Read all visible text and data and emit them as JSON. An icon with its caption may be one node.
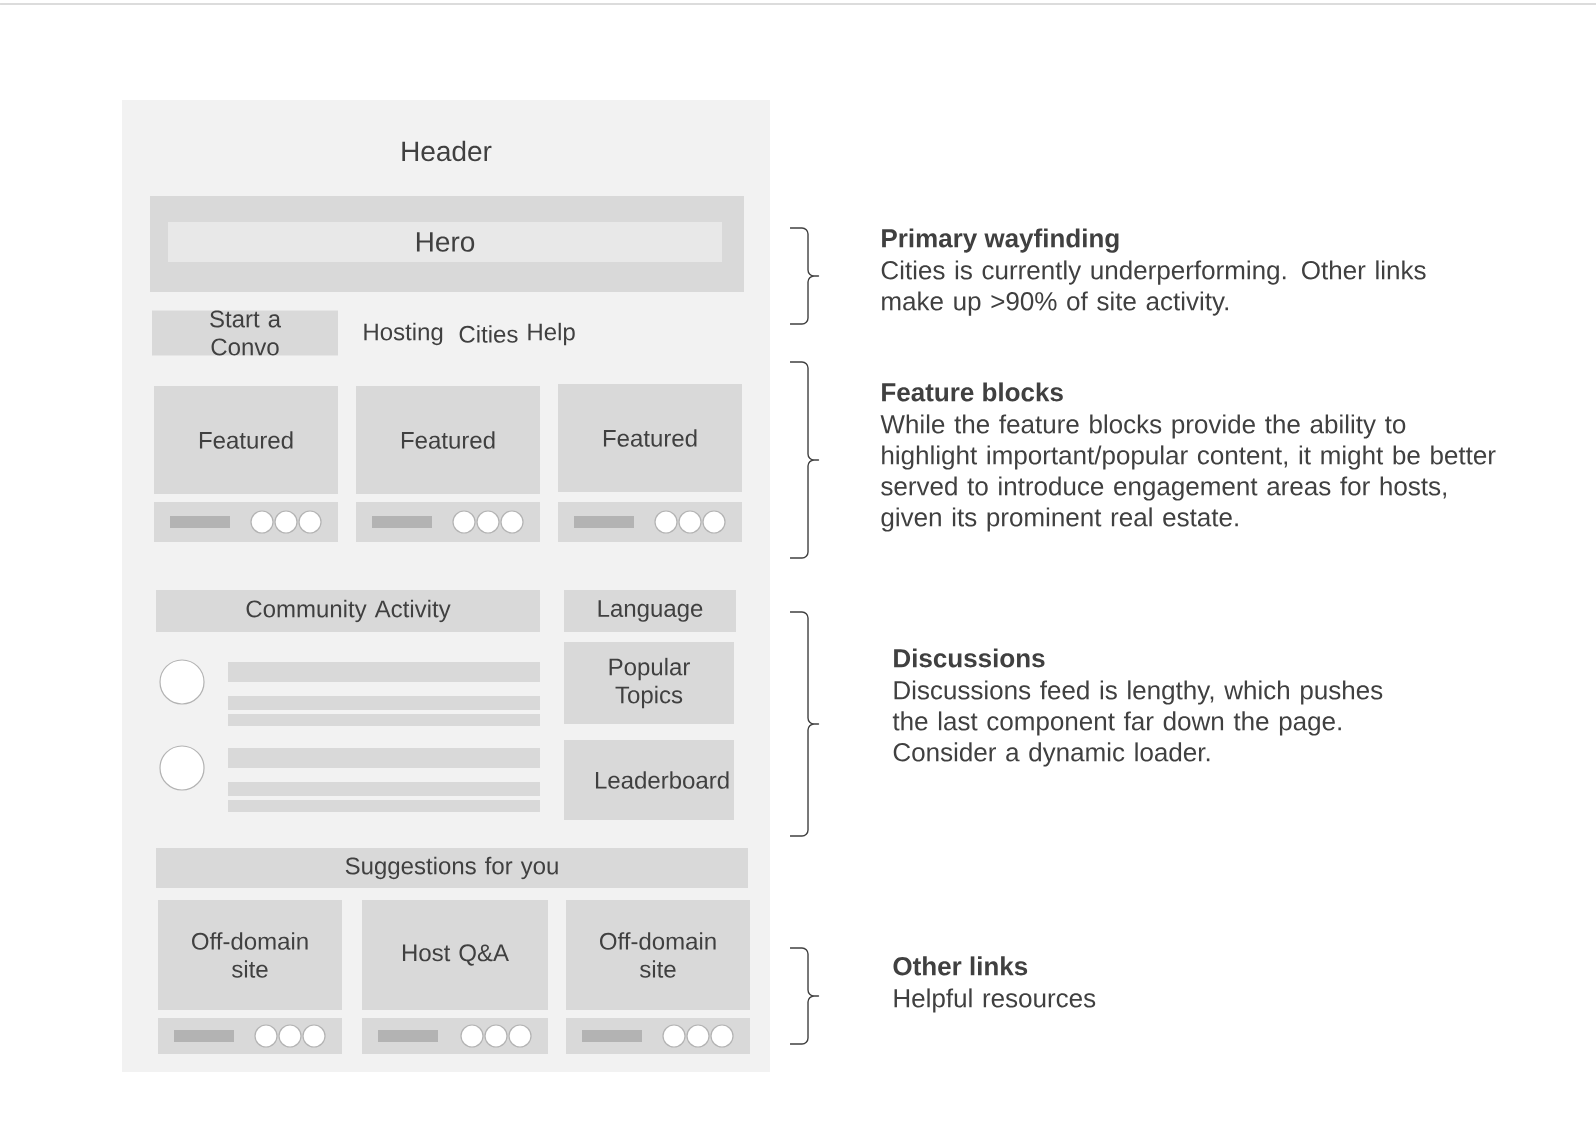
{
  "diagram": {
    "nodes": [
      {
        "text": [
          "Header"
        ]
      },
      {
        "text": [],
        "shape": "box",
        "in": 0
      },
      {
        "text": [
          "Hero"
        ],
        "in": 1
      },
      {
        "text": [
          "Start a Convo"
        ],
        "in": 0
      },
      {
        "text": [
          "Featured"
        ],
        "in": 0
      },
      {
        "text": [
          "Featured"
        ],
        "in": 0
      },
      {
        "text": [
          "Featured"
        ],
        "in": 0
      },
      {
        "text": [
          "Community Activity"
        ],
        "in": 0
      },
      {
        "text": [
          "Language"
        ],
        "in": 0
      },
      {
        "text": [
          "Popular Topics"
        ],
        "in": 0
      },
      {
        "text": [
          "Leaderboard"
        ],
        "in": 0
      },
      {
        "text": [
          "Suggestions for you"
        ],
        "in": 0
      },
      {
        "text": [
          "Off-domain site"
        ],
        "in": 0
      },
      {
        "text": [
          "Host Q&A"
        ],
        "in": 0
      },
      {
        "text": [
          "Off-domain site"
        ],
        "in": 0
      }
    ],
    "labels": [
      "Hosting",
      "Cities",
      "Help",
      "Primary wayfinding",
      "Cities is currently underperforming. Other links make up >90% of site activity.",
      "Feature blocks",
      "While the feature blocks provide the ability to highlight important/popular content, it might be better served to introduce engagement areas for hosts, given its prominent real estate.",
      "Discussions",
      "Discussions feed is lengthy, which pushes the last component far down the page. Consider a dynamic loader.",
      "Other links",
      "Helpful resources"
    ]
  }
}
